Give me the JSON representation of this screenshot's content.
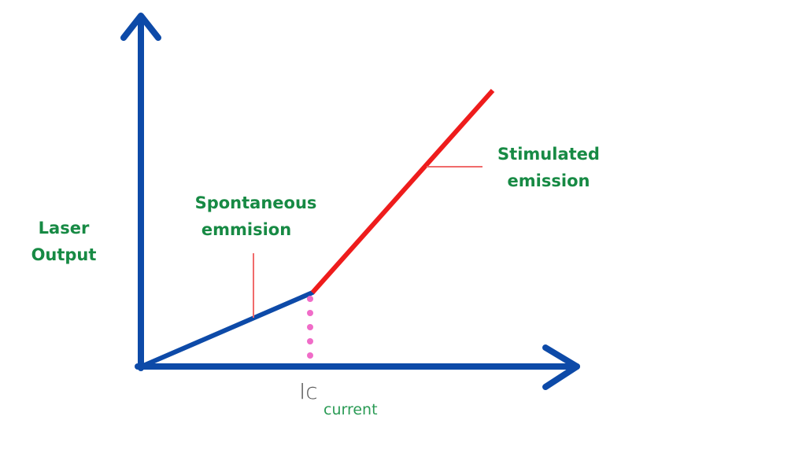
{
  "colors": {
    "axis": "#0d4aa8",
    "stimulated_line": "#ee1c1c",
    "leader": "#f06b6b",
    "dotted": "#f06cc8",
    "label_green": "#178a44",
    "ic_text": "#555555",
    "current_text": "#2a9b55"
  },
  "labels": {
    "y_axis": [
      "Laser",
      "Output"
    ],
    "spontaneous": [
      "Spontaneous",
      "emmision"
    ],
    "stimulated": [
      "Stimulated",
      "emission"
    ],
    "threshold": "Ic",
    "x_axis": "current"
  },
  "icons": {
    "y_arrow": "arrow-up-icon",
    "x_arrow": "arrow-right-icon"
  }
}
